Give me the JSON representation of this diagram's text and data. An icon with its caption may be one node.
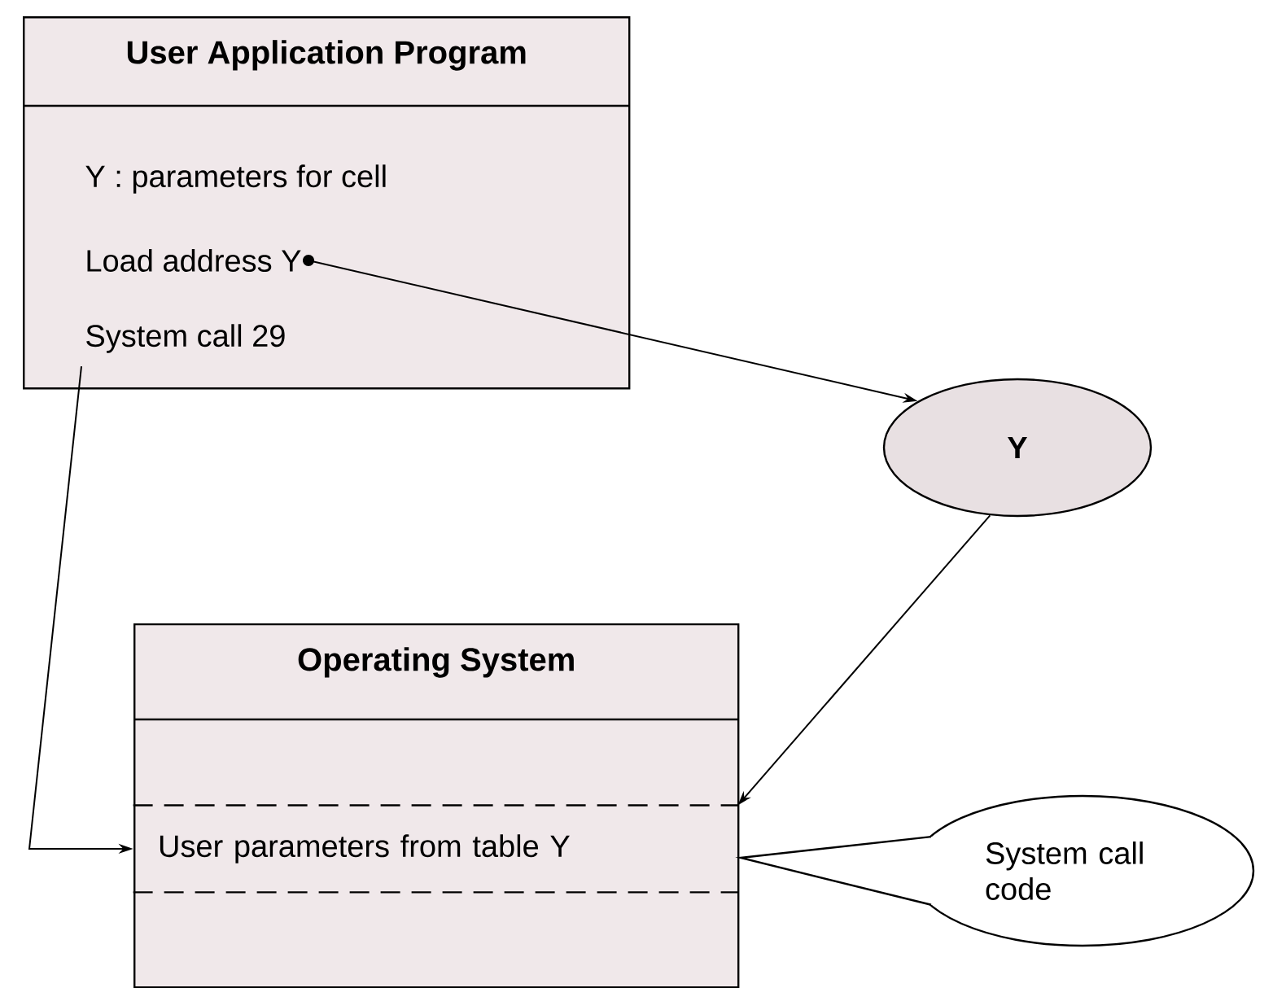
{
  "diagram": {
    "nodes": [
      {
        "text": [
          "User Application Program"
        ]
      },
      {
        "text": [
          "Y : parameters for cell"
        ],
        "in": 0
      },
      {
        "text": [
          "Load address Y"
        ],
        "in": 0
      },
      {
        "text": [
          "System call 29"
        ],
        "in": 0
      },
      {
        "text": [
          "Y"
        ]
      },
      {
        "text": [
          "Operating System"
        ]
      },
      {
        "text": [
          "User parameters from table Y"
        ],
        "in": 5
      },
      {
        "text": [
          "System call code"
        ]
      }
    ],
    "edges": [
      {
        "from": 2,
        "to": 4,
        "arrow": "to"
      },
      {
        "from": 3,
        "to": 6,
        "arrow": "to"
      },
      {
        "from": 4,
        "to": 6,
        "arrow": "to"
      }
    ]
  }
}
